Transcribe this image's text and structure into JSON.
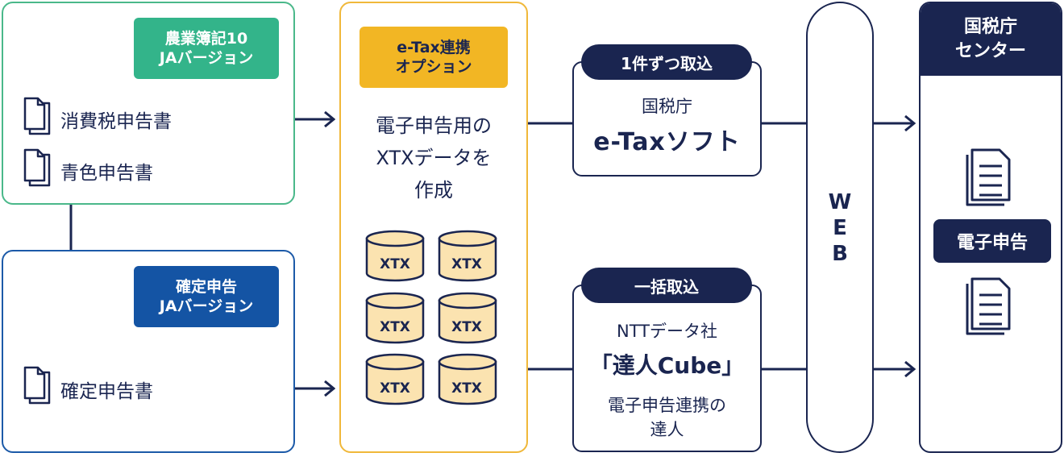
{
  "left_top": {
    "badge_line1": "農業簿記10",
    "badge_line2": "JAバージョン",
    "doc1": "消費税申告書",
    "doc2": "青色申告書"
  },
  "left_bottom": {
    "badge_line1": "確定申告",
    "badge_line2": "JAバージョン",
    "doc1": "確定申告書"
  },
  "option": {
    "badge_line1": "e-Tax連携",
    "badge_line2": "オプション",
    "desc_line1": "電子申告用の",
    "desc_line2": "XTXデータを",
    "desc_line3": "作成",
    "db_label": "XTX"
  },
  "route_top": {
    "pill": "1件ずつ取込",
    "line1": "国税庁",
    "line2": "e-Taxソフト"
  },
  "route_bottom": {
    "pill": "一括取込",
    "line1": "NTTデータ社",
    "line2": "「達人Cube」",
    "line3": "電子申告連携の",
    "line4": "達人"
  },
  "web": {
    "letters": [
      "W",
      "E",
      "B"
    ]
  },
  "nta": {
    "header_line1": "国税庁",
    "header_line2": "センター",
    "badge": "電子申告"
  },
  "colors": {
    "navy": "#1a2550",
    "green": "#33b48a",
    "blue": "#1454a4",
    "yellow": "#f2b624",
    "db_fill": "#fbe3b0"
  }
}
